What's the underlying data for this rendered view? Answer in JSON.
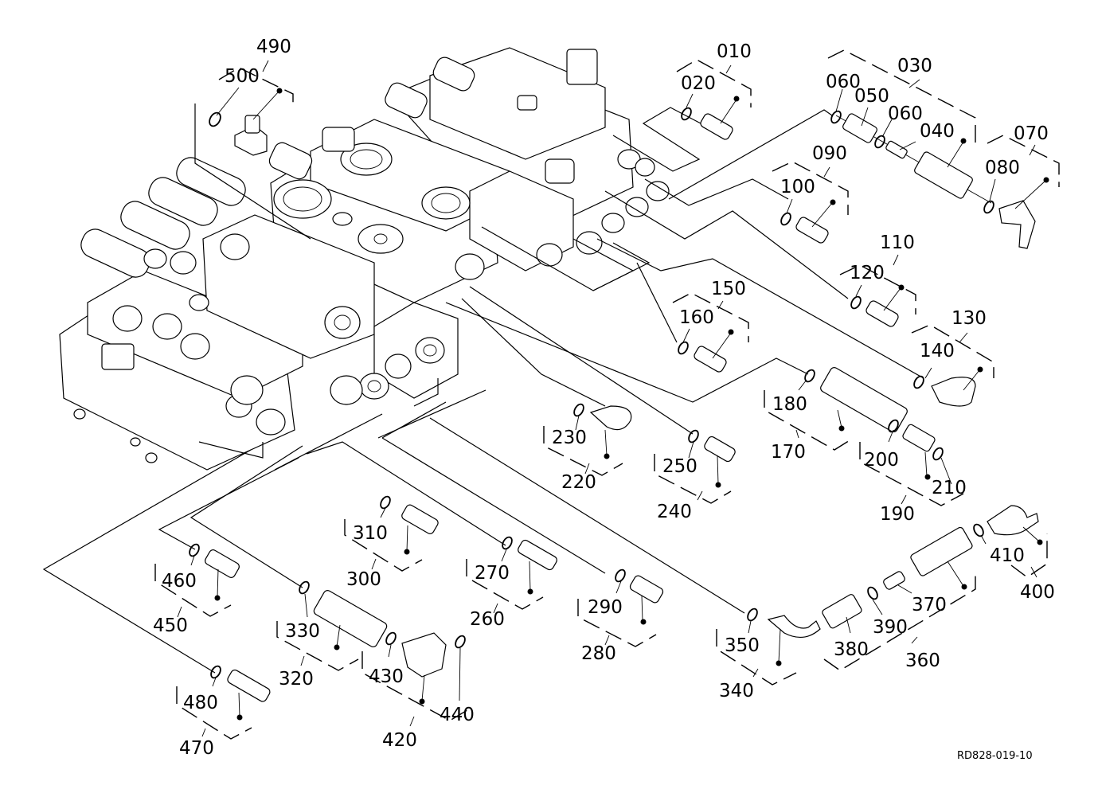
{
  "diagram": {
    "title": "Control valve assembly — fittings exploded view",
    "drawing_code": "RD828-019-10",
    "callouts": [
      {
        "id": "010"
      },
      {
        "id": "020"
      },
      {
        "id": "030"
      },
      {
        "id": "040"
      },
      {
        "id": "050"
      },
      {
        "id": "060"
      },
      {
        "id": "060"
      },
      {
        "id": "070"
      },
      {
        "id": "080"
      },
      {
        "id": "090"
      },
      {
        "id": "100"
      },
      {
        "id": "110"
      },
      {
        "id": "120"
      },
      {
        "id": "130"
      },
      {
        "id": "140"
      },
      {
        "id": "150"
      },
      {
        "id": "160"
      },
      {
        "id": "170"
      },
      {
        "id": "180"
      },
      {
        "id": "190"
      },
      {
        "id": "200"
      },
      {
        "id": "210"
      },
      {
        "id": "220"
      },
      {
        "id": "230"
      },
      {
        "id": "240"
      },
      {
        "id": "250"
      },
      {
        "id": "260"
      },
      {
        "id": "270"
      },
      {
        "id": "280"
      },
      {
        "id": "290"
      },
      {
        "id": "300"
      },
      {
        "id": "310"
      },
      {
        "id": "320"
      },
      {
        "id": "330"
      },
      {
        "id": "340"
      },
      {
        "id": "350"
      },
      {
        "id": "360"
      },
      {
        "id": "370"
      },
      {
        "id": "380"
      },
      {
        "id": "390"
      },
      {
        "id": "400"
      },
      {
        "id": "410"
      },
      {
        "id": "420"
      },
      {
        "id": "430"
      },
      {
        "id": "440"
      },
      {
        "id": "450"
      },
      {
        "id": "460"
      },
      {
        "id": "470"
      },
      {
        "id": "480"
      },
      {
        "id": "490"
      },
      {
        "id": "500"
      }
    ]
  }
}
